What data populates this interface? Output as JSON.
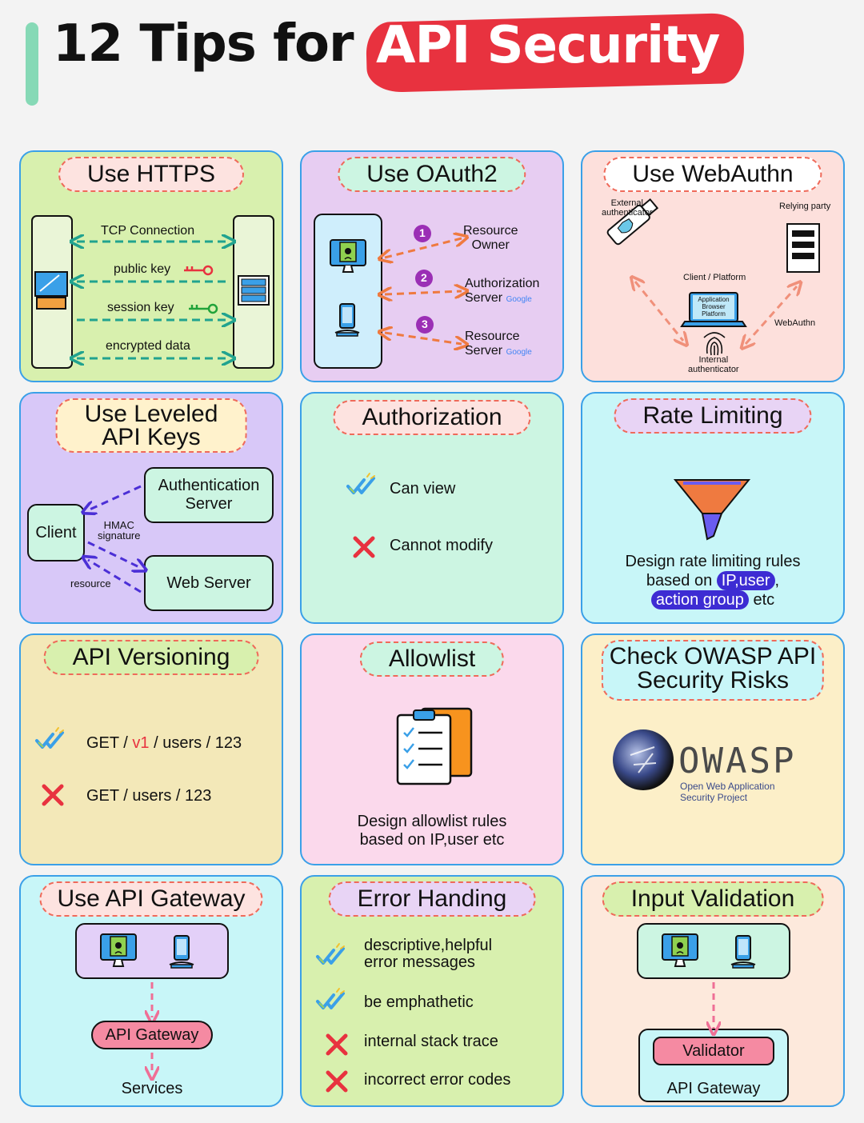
{
  "title": {
    "main": "12 Tips for",
    "highlight": "API Security"
  },
  "colors": {
    "accent": "#86d9b6",
    "highlight": "#e8323f",
    "border": "#3aa0e8",
    "pill": "#3d2cd3",
    "check": "#3aa0e8",
    "cross": "#e8323f",
    "arrow": "#ef7a40"
  },
  "cards": {
    "https": {
      "title": "Use HTTPS",
      "tcp": "TCP Connection",
      "public_key": "public key",
      "session_key": "session key",
      "encrypted": "encrypted data"
    },
    "oauth2": {
      "title": "Use OAuth2",
      "n1": "1",
      "n2": "2",
      "n3": "3",
      "resource_owner_1": "Resource",
      "resource_owner_2": "Owner",
      "auth_server_1": "Authorization",
      "auth_server_2": "Server",
      "resource_server_1": "Resource",
      "resource_server_2": "Server",
      "google": "Google"
    },
    "webauthn": {
      "title": "Use WebAuthn",
      "external_1": "External",
      "external_2": "authenticator",
      "relying": "Relying party",
      "client": "Client / Platform",
      "app_1": "Application",
      "app_2": "Browser",
      "app_3": "Platform",
      "webauthn": "WebAuthn",
      "internal_1": "Internal",
      "internal_2": "authenticator"
    },
    "apikeys": {
      "title_1": "Use Leveled",
      "title_2": "API Keys",
      "auth_server_1": "Authentication",
      "auth_server_2": "Server",
      "client": "Client",
      "hmac_1": "HMAC",
      "hmac_2": "signature",
      "resource": "resource",
      "web_server": "Web Server"
    },
    "authz": {
      "title": "Authorization",
      "can": "Can view",
      "cannot": "Cannot modify"
    },
    "rate": {
      "title": "Rate Limiting",
      "line1": "Design rate limiting rules",
      "line2_pre": "based on",
      "pill1": "IP,user",
      "line2_post": ",",
      "pill2": "action group",
      "line3_post": "etc"
    },
    "versioning": {
      "title": "API Versioning",
      "ok_pre": "GET / ",
      "ok_v": "v1",
      "ok_post": " / users / 123",
      "bad": "GET / users / 123",
      "v_color": "#e8323f"
    },
    "allowlist": {
      "title": "Allowlist",
      "line1": "Design allowlist rules",
      "line2": "based on IP,user etc"
    },
    "owasp": {
      "title_1": "Check OWASP API",
      "title_2": "Security Risks",
      "logo": "OWASP",
      "sub_1": "Open Web Application",
      "sub_2": "Security Project"
    },
    "gateway": {
      "title": "Use API Gateway",
      "gateway": "API Gateway",
      "services": "Services"
    },
    "errors": {
      "title": "Error Handing",
      "e1_1": "descriptive,helpful",
      "e1_2": "error messages",
      "e2": "be emphathetic",
      "e3": "internal stack trace",
      "e4": "incorrect error codes"
    },
    "validation": {
      "title": "Input Validation",
      "validator": "Validator",
      "gateway": "API Gateway"
    }
  }
}
